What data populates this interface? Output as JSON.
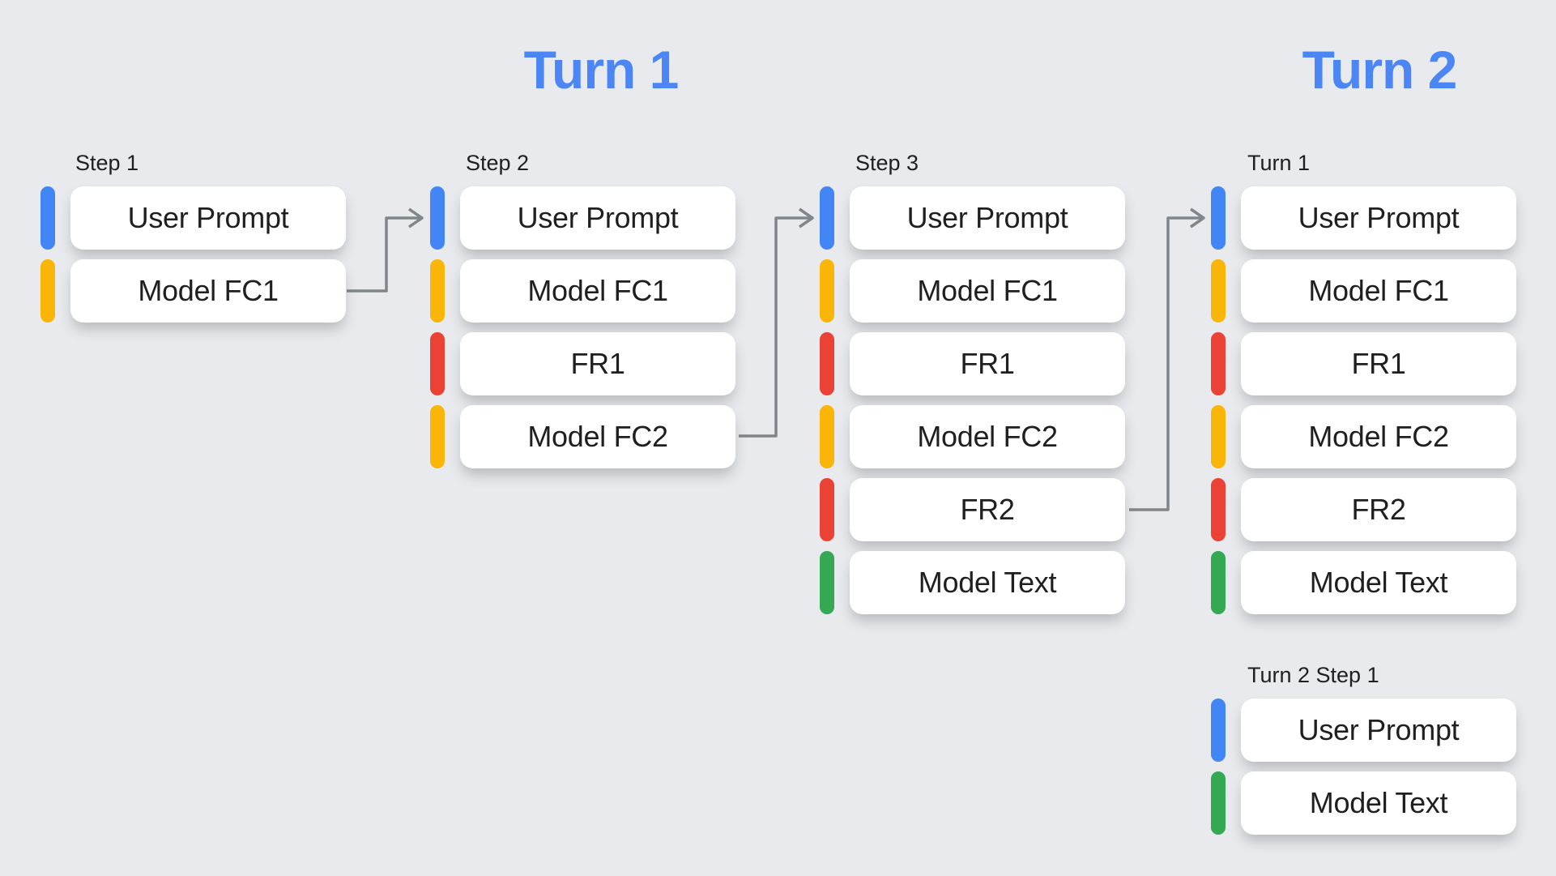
{
  "palette": {
    "background": "#E8EAED",
    "title": "#4C86F4",
    "text": "#1F1F1F",
    "blue": "#4285F4",
    "yellow": "#FAB608",
    "red": "#EA4335",
    "green": "#34A853",
    "arrow": "#80868B"
  },
  "titles": {
    "turn1": "Turn 1",
    "turn2": "Turn 2"
  },
  "groups": [
    {
      "label": "Step 1",
      "rows": [
        {
          "label": "User Prompt",
          "color": "blue"
        },
        {
          "label": "Model FC1",
          "color": "yellow"
        }
      ]
    },
    {
      "label": "Step 2",
      "rows": [
        {
          "label": "User Prompt",
          "color": "blue"
        },
        {
          "label": "Model FC1",
          "color": "yellow"
        },
        {
          "label": "FR1",
          "color": "red"
        },
        {
          "label": "Model FC2",
          "color": "yellow"
        }
      ]
    },
    {
      "label": "Step 3",
      "rows": [
        {
          "label": "User Prompt",
          "color": "blue"
        },
        {
          "label": "Model FC1",
          "color": "yellow"
        },
        {
          "label": "FR1",
          "color": "red"
        },
        {
          "label": "Model FC2",
          "color": "yellow"
        },
        {
          "label": "FR2",
          "color": "red"
        },
        {
          "label": "Model Text",
          "color": "green"
        }
      ]
    },
    {
      "label": "Turn 1",
      "rows": [
        {
          "label": "User Prompt",
          "color": "blue"
        },
        {
          "label": "Model FC1",
          "color": "yellow"
        },
        {
          "label": "FR1",
          "color": "red"
        },
        {
          "label": "Model FC2",
          "color": "yellow"
        },
        {
          "label": "FR2",
          "color": "red"
        },
        {
          "label": "Model Text",
          "color": "green"
        }
      ]
    },
    {
      "label": "Turn 2 Step 1",
      "rows": [
        {
          "label": "User Prompt",
          "color": "blue"
        },
        {
          "label": "Model Text",
          "color": "green"
        }
      ]
    }
  ],
  "arrows": [
    {
      "from": "Step 1 / Model FC1",
      "to": "Step 2 / User Prompt"
    },
    {
      "from": "Step 2 / Model FC2",
      "to": "Step 3 / User Prompt"
    },
    {
      "from": "Step 3 / FR2",
      "to": "Turn 1 / User Prompt"
    }
  ]
}
